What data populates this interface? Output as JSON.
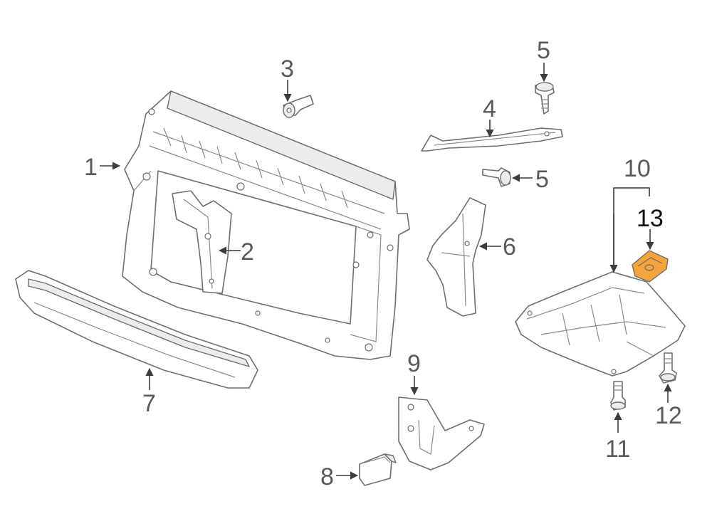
{
  "callouts": {
    "c1": "1",
    "c2": "2",
    "c3": "3",
    "c4": "4",
    "c5a": "5",
    "c5b": "5",
    "c6": "6",
    "c7": "7",
    "c8": "8",
    "c9": "9",
    "c10": "10",
    "c11": "11",
    "c12": "12",
    "c13": "13"
  },
  "colors": {
    "highlight_part": "#f5a43c",
    "line_art": "#6e6e6e",
    "label_text": "#5a5a5a",
    "highlight_label_text": "#111111"
  },
  "highlighted_callout": "13"
}
